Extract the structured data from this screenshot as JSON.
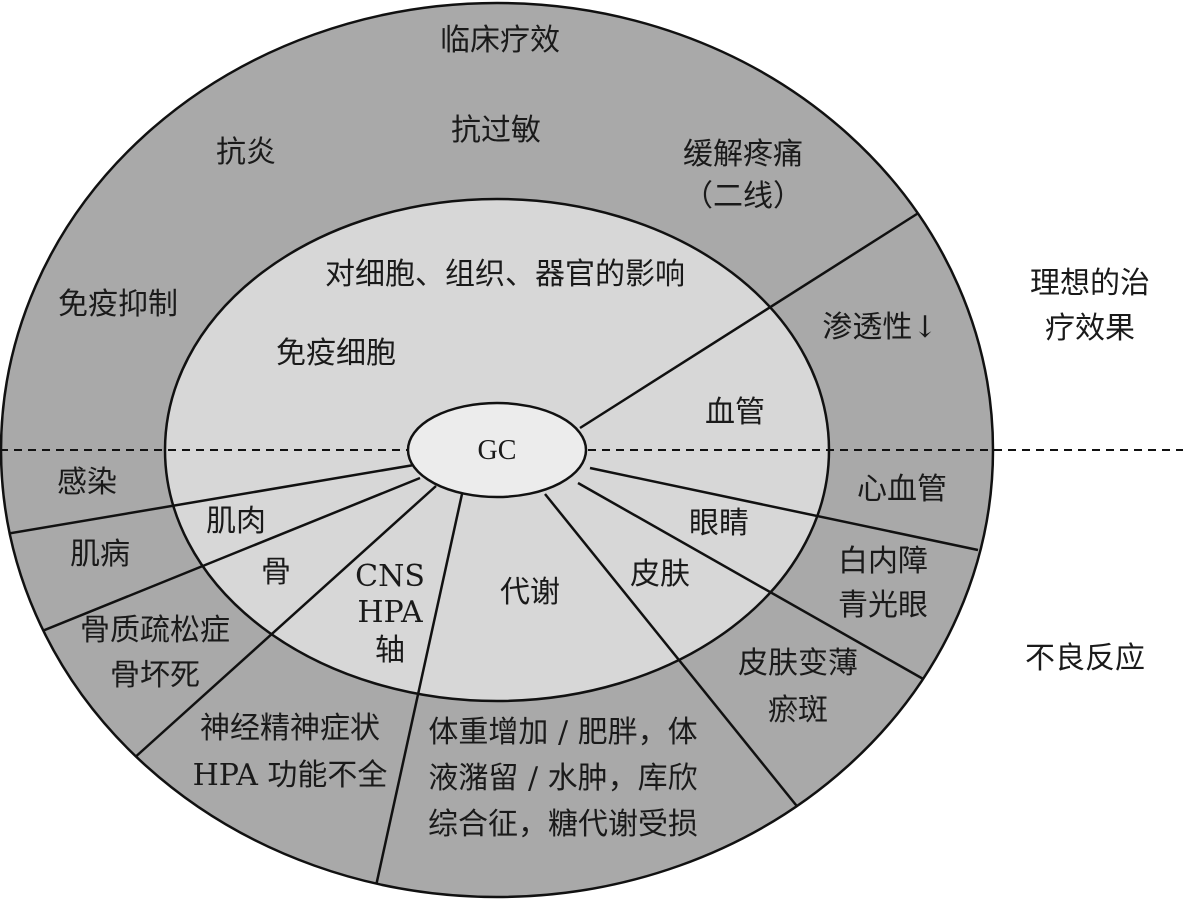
{
  "colors": {
    "outer_ring": "#a9a9a9",
    "inner_ring": "#d7d7d7",
    "center": "#ececec",
    "stroke": "#111111",
    "background": "#ffffff"
  },
  "center_label": "GC",
  "inner_heading": "对细胞、组织、器官的影响",
  "effects": {
    "heading": "临床疗效",
    "side_label": [
      "理想的治",
      "疗效果"
    ],
    "anti_inflammatory": "抗炎",
    "anti_allergy": "抗过敏",
    "pain_relief": [
      "缓解疼痛",
      "（二线）"
    ],
    "immunosuppression": "免疫抑制",
    "permeability": "渗透性↓",
    "immune_cells": "免疫细胞",
    "blood_vessels": "血管"
  },
  "adverse": {
    "side_label": "不良反应",
    "targets": {
      "muscle": "肌肉",
      "bone": "骨",
      "cns": [
        "CNS",
        "HPA",
        "轴"
      ],
      "metabolism": "代谢",
      "skin": "皮肤",
      "eyes": "眼睛"
    },
    "outcomes": {
      "infection": "感染",
      "myopathy": "肌病",
      "bone_effects": [
        "骨质疏松症",
        "骨坏死"
      ],
      "neuro": [
        "神经精神症状",
        "HPA 功能不全"
      ],
      "metabolic": [
        "体重增加 / 肥胖，体",
        "液潴留 / 水肿，库欣",
        "综合征，糖代谢受损"
      ],
      "skin_effects": [
        "皮肤变薄",
        "瘀斑"
      ],
      "eye_effects": [
        "白内障",
        "青光眼"
      ],
      "cardiovascular": "心血管"
    }
  }
}
